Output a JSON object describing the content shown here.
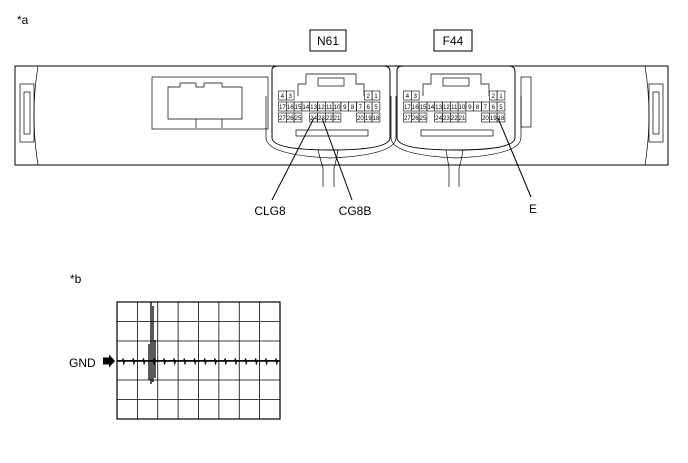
{
  "figure_a": {
    "tag": "*a",
    "connectors": [
      {
        "name": "N61",
        "row1": [
          "4",
          "3",
          "2",
          "1"
        ],
        "row2": [
          "17",
          "16",
          "15",
          "14",
          "13",
          "12",
          "11",
          "10",
          "9",
          "8",
          "7",
          "6",
          "5"
        ],
        "row3": [
          "27",
          "26",
          "25",
          "24",
          "23",
          "22",
          "21",
          "20",
          "19",
          "18"
        ]
      },
      {
        "name": "F44",
        "row1": [
          "4",
          "3",
          "2",
          "1"
        ],
        "row2": [
          "17",
          "16",
          "15",
          "14",
          "13",
          "12",
          "11",
          "10",
          "9",
          "8",
          "7",
          "6",
          "5"
        ],
        "row3": [
          "27",
          "26",
          "25",
          "24",
          "23",
          "22",
          "21",
          "20",
          "19",
          "18"
        ]
      }
    ],
    "callouts": [
      "CLG8",
      "CG8B",
      "E"
    ]
  },
  "figure_b": {
    "tag": "*b",
    "ground_label": "GND"
  }
}
